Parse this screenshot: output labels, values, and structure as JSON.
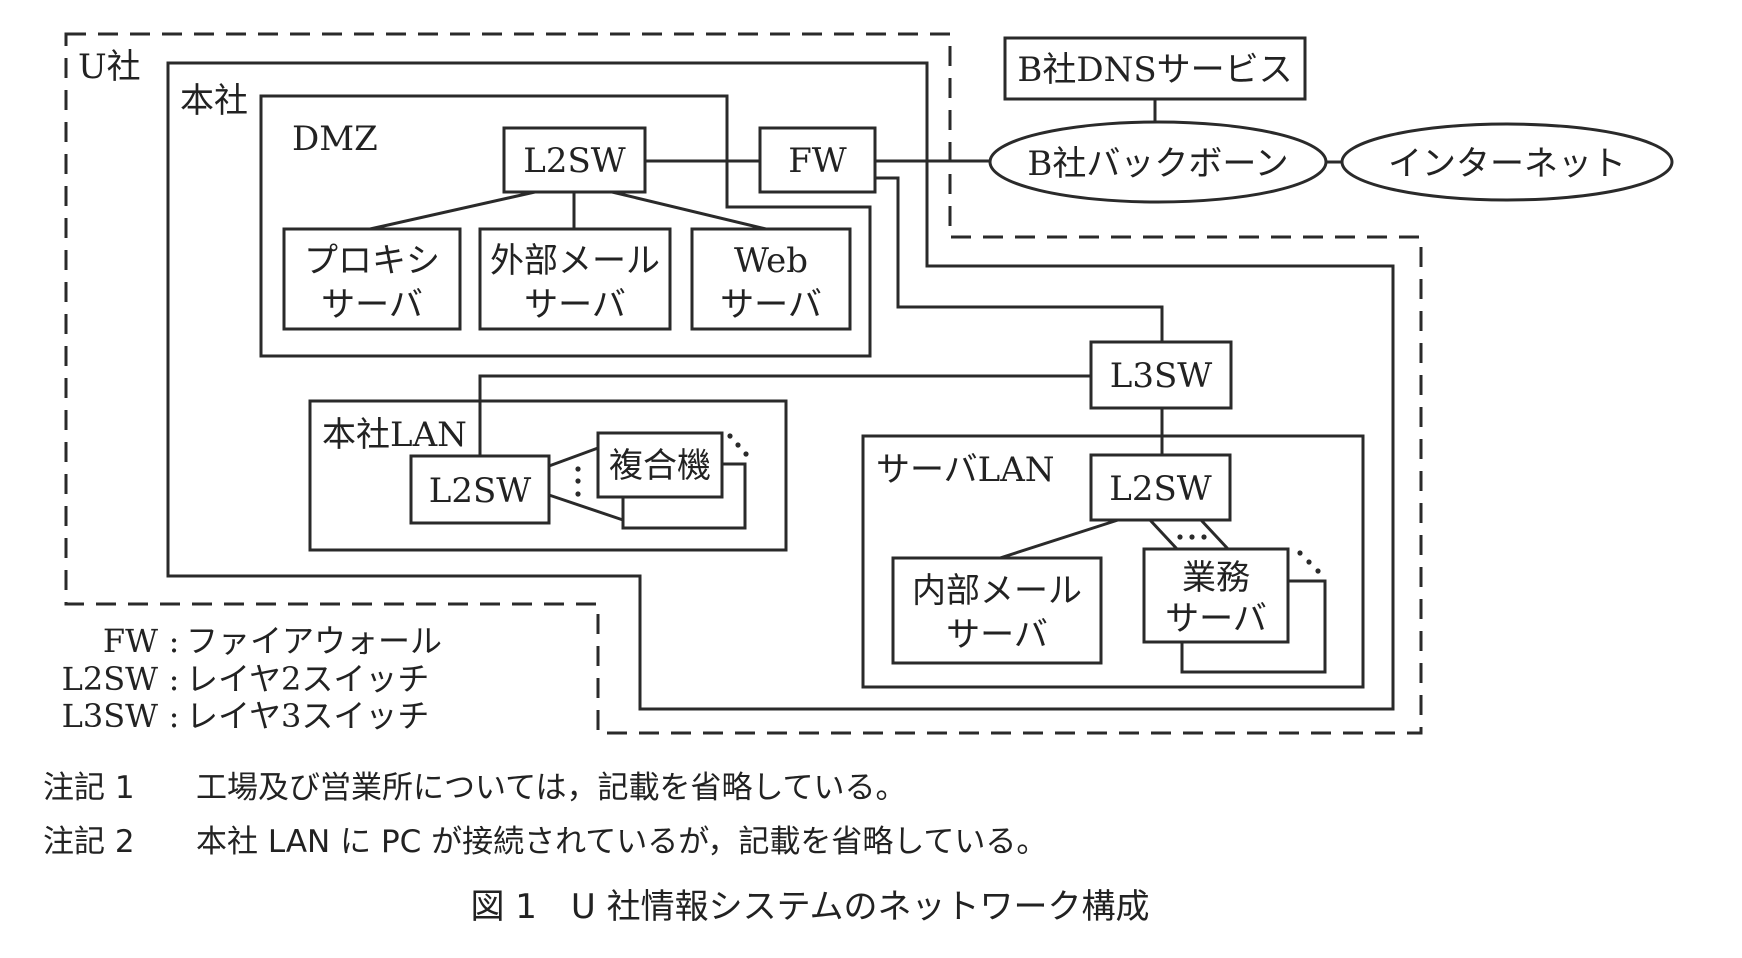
{
  "diagram": {
    "zones": {
      "u_company": "U社",
      "headquarters": "本社",
      "dmz": "DMZ",
      "hq_lan": "本社LAN",
      "server_lan": "サーバLAN"
    },
    "nodes": {
      "dmz_l2sw": "L2SW",
      "fw": "FW",
      "proxy_server": [
        "プロキシ",
        "サーバ"
      ],
      "ext_mail_server": [
        "外部メール",
        "サーバ"
      ],
      "web_server": [
        "Web",
        "サーバ"
      ],
      "b_dns": "B社DNSサービス",
      "b_backbone": "B社バックボーン",
      "internet": "インターネット",
      "l3sw": "L3SW",
      "hq_l2sw": "L2SW",
      "mfp": "複合機",
      "srv_l2sw": "L2SW",
      "int_mail_server": [
        "内部メール",
        "サーバ"
      ],
      "biz_server": [
        "業務",
        "サーバ"
      ]
    },
    "legend": [
      {
        "abbr": "FW",
        "sep": ":",
        "desc": "ファイアウォール"
      },
      {
        "abbr": "L2SW",
        "sep": ":",
        "desc": "レイヤ2スイッチ"
      },
      {
        "abbr": "L3SW",
        "sep": ":",
        "desc": "レイヤ3スイッチ"
      }
    ],
    "notes": [
      {
        "label": "注記 1",
        "text": "工場及び営業所については，記載を省略している。"
      },
      {
        "label": "注記 2",
        "text": "本社 LAN に PC が接続されているが，記載を省略している。"
      }
    ],
    "caption": "図 1　U 社情報システムのネットワーク構成"
  }
}
